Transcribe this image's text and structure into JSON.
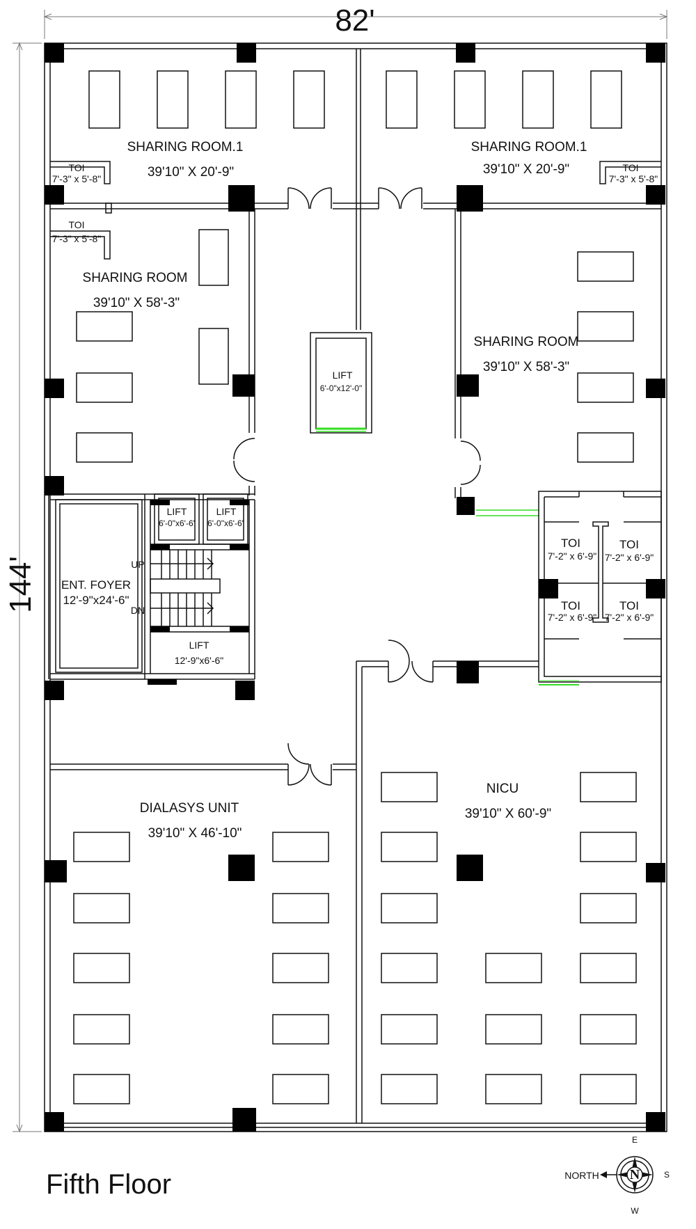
{
  "plan": {
    "title": "Fifth Floor",
    "overall_width": "82'",
    "overall_length": "144'",
    "compass": {
      "north_label": "NORTH",
      "e": "E",
      "s": "S",
      "w": "W",
      "n": "N"
    }
  },
  "rooms": {
    "sharing1_left": {
      "name": "SHARING ROOM.1",
      "size": "39'10\" X 20'-9\""
    },
    "sharing1_right": {
      "name": "SHARING ROOM.1",
      "size": "39'10\" X 20'-9\""
    },
    "toi_tl": {
      "name": "TOI",
      "size": "7'-3\" x 5'-8\""
    },
    "toi_tr": {
      "name": "TOI",
      "size": "7'-3\" x 5'-8\""
    },
    "toi_ml": {
      "name": "TOI",
      "size": "7'-3\" x 5'-8\""
    },
    "sharing_left": {
      "name": "SHARING ROOM",
      "size": "39'10\" X 58'-3\""
    },
    "sharing_right": {
      "name": "SHARING ROOM",
      "size": "39'10\" X 58'-3\""
    },
    "lift_center": {
      "name": "LIFT",
      "size": "6'-0\"x12'-0\""
    },
    "lift_a": {
      "name": "LIFT",
      "size": "6'-0\"x6'-6'"
    },
    "lift_b": {
      "name": "LIFT",
      "size": "6'-0\"x6'-6'"
    },
    "lift_c": {
      "name": "LIFT",
      "size": "12'-9\"x6'-6\""
    },
    "foyer": {
      "name": "ENT. FOYER",
      "size": "12'-9\"x24'-6\""
    },
    "stair_up": "UP",
    "stair_dn": "DN",
    "toi_r1": {
      "name": "TOI",
      "size": "7'-2\" x 6'-9\""
    },
    "toi_r2": {
      "name": "TOI",
      "size": "7'-2\" x 6'-9\""
    },
    "toi_r3": {
      "name": "TOI",
      "size": "7'-2\" x 6'-9\""
    },
    "toi_r4": {
      "name": "TOI",
      "size": "7'-2\" x 6'-9\""
    },
    "dialysis": {
      "name": "DIALASYS UNIT",
      "size": "39'10\" X 46'-10\""
    },
    "nicu": {
      "name": "NICU",
      "size": "39'10\" X 60'-9\""
    }
  },
  "colors": {
    "line": "#111111",
    "column": "#000000",
    "glass": "#33dd22"
  }
}
